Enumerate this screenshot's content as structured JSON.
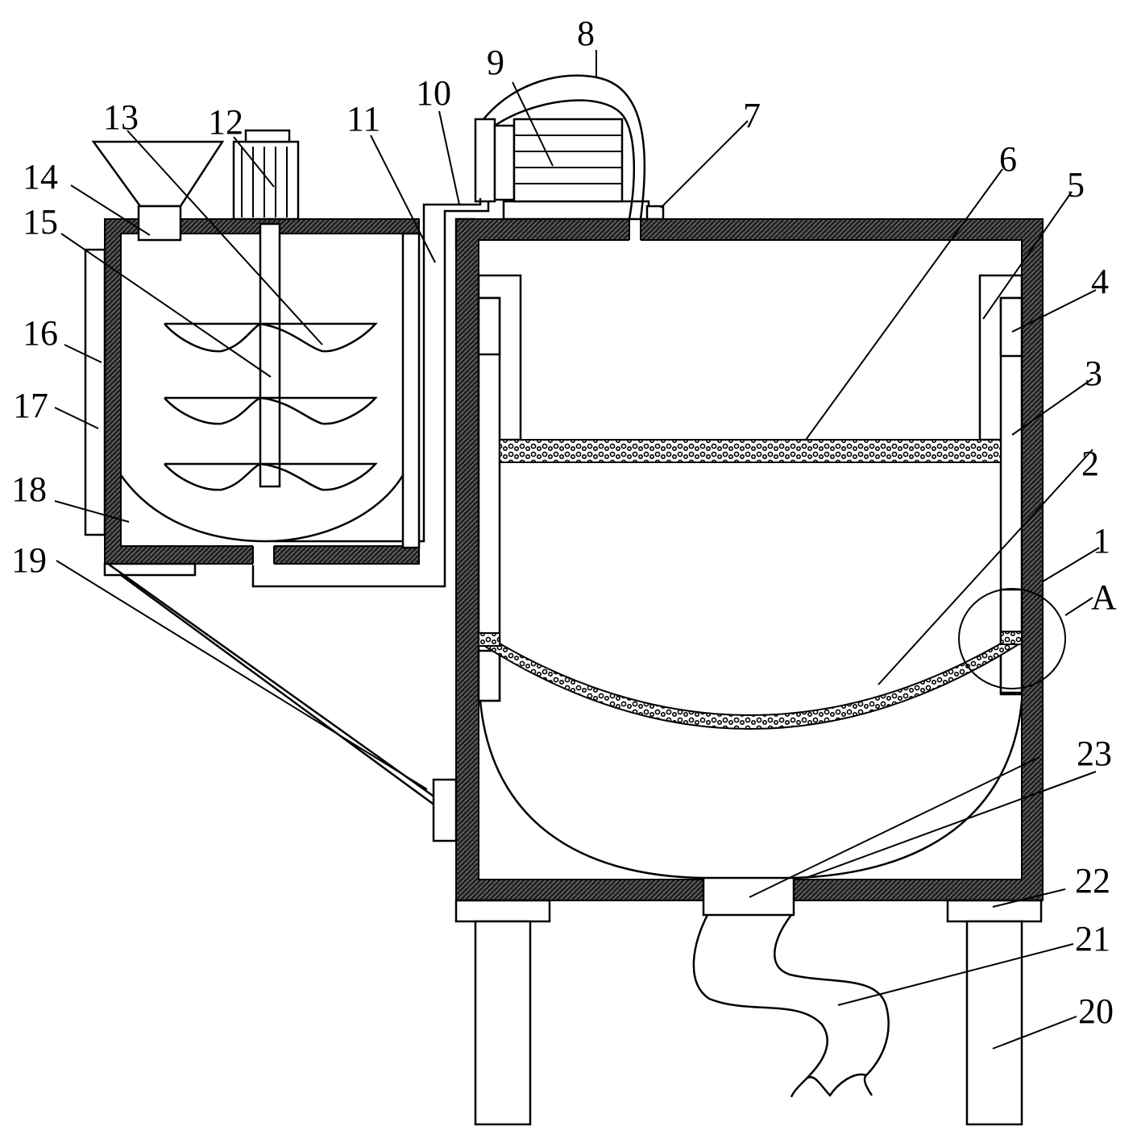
{
  "labels": [
    {
      "id": "1",
      "text": "1"
    },
    {
      "id": "2",
      "text": "2"
    },
    {
      "id": "3",
      "text": "3"
    },
    {
      "id": "4",
      "text": "4"
    },
    {
      "id": "5",
      "text": "5"
    },
    {
      "id": "6",
      "text": "6"
    },
    {
      "id": "7",
      "text": "7"
    },
    {
      "id": "8",
      "text": "8"
    },
    {
      "id": "9",
      "text": "9"
    },
    {
      "id": "10",
      "text": "10"
    },
    {
      "id": "11",
      "text": "11"
    },
    {
      "id": "12",
      "text": "12"
    },
    {
      "id": "13",
      "text": "13"
    },
    {
      "id": "14",
      "text": "14"
    },
    {
      "id": "15",
      "text": "15"
    },
    {
      "id": "16",
      "text": "16"
    },
    {
      "id": "17",
      "text": "17"
    },
    {
      "id": "18",
      "text": "18"
    },
    {
      "id": "19",
      "text": "19"
    },
    {
      "id": "20",
      "text": "20"
    },
    {
      "id": "21",
      "text": "21"
    },
    {
      "id": "22",
      "text": "22"
    },
    {
      "id": "23",
      "text": "23"
    },
    {
      "id": "A",
      "text": "A"
    }
  ]
}
